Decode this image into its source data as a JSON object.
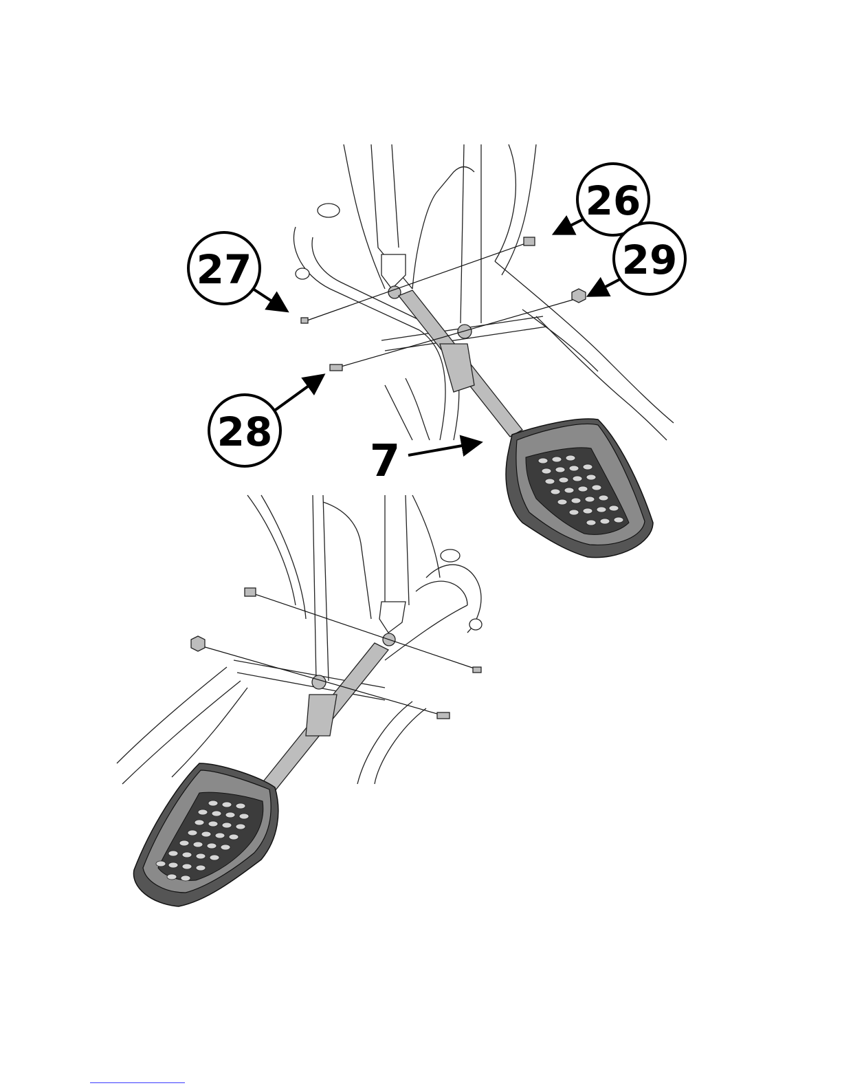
{
  "callouts": {
    "c26": "26",
    "c27": "27",
    "c28": "28",
    "c29": "29",
    "c7": "7"
  },
  "colors": {
    "pedal": "#555555",
    "tube": "#bdbdbd",
    "line": "#222222",
    "footer_link": "#3a3aff"
  }
}
